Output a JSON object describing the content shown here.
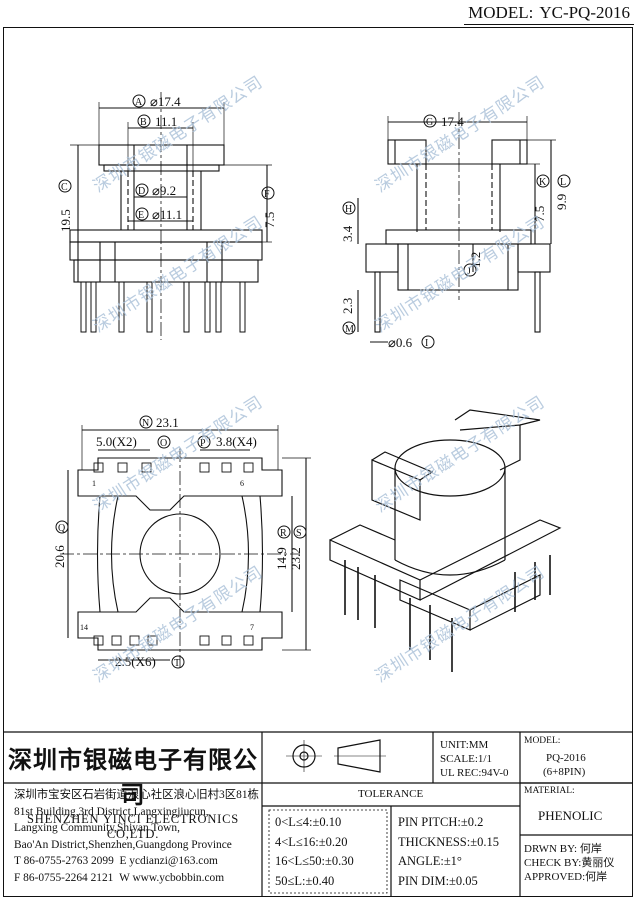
{
  "model": {
    "label": "MODEL:",
    "value": "YC-PQ-2016"
  },
  "watermark": "深圳市银磁电子有限公司",
  "views": {
    "front": {
      "A": "A",
      "A_val": "⌀17.4",
      "B": "B",
      "B_val": "11.1",
      "C": "C",
      "C_val": "19.5",
      "D": "D",
      "D_val": "⌀9.2",
      "E": "E",
      "E_val": "⌀11.1",
      "F": "F",
      "F_val": "7.5"
    },
    "side": {
      "G": "G",
      "G_val": "17.4",
      "K": "K",
      "L": "L",
      "K_val": "7.5",
      "L_val": "9.9",
      "H": "H",
      "H_val": "3.4",
      "J": "J",
      "J_val": "1.2",
      "M": "M",
      "M_val": "2.3",
      "I": "I",
      "I_val": "⌀0.6"
    },
    "bottom": {
      "N": "N",
      "N_val": "23.1",
      "O": "O",
      "O_val": "5.0(X2)",
      "P": "P",
      "P_val": "3.8(X4)",
      "Q": "Q",
      "Q_val": "20.6",
      "R": "R",
      "R_val": "14.9",
      "S": "S",
      "S_val": "23.2",
      "T": "T",
      "T_val": "2.5(X6)",
      "pin1": "1",
      "pin6": "6",
      "pin14": "14",
      "pin7": "7"
    }
  },
  "company": {
    "name_cn": "深圳市银磁电子有限公司",
    "name_en": "SHENZHEN YINCI ELECTRONICS CO,LTD.",
    "address": [
      "深圳市宝安区石岩街道浪心社区浪心旧村3区81栋",
      "81st Building,3rd District,Langxingjiucun,",
      "Langxing Community,Shiyan Town,",
      "Bao'An District,Shenzhen,Guangdong Province"
    ],
    "tel": "T 86-0755-2763 2099",
    "email": "E ycdianzi@163.com",
    "fax": "F 86-0755-2264 2121",
    "web": "W www.ycbobbin.com"
  },
  "specs": {
    "unit": "UNIT:MM",
    "scale": "SCALE:1/1",
    "ul": "UL REC:94V-0"
  },
  "model_box": {
    "label": "MODEL:",
    "name": "PQ-2016",
    "pins": "(6+8PIN)"
  },
  "material": {
    "label": "MATERIAL:",
    "value": "PHENOLIC"
  },
  "tolerance": {
    "title": "TOLERANCE",
    "left": [
      "0<L≤4:±0.10",
      "4<L≤16:±0.20",
      "16<L≤50:±0.30",
      "50≤L:±0.40"
    ],
    "right": [
      "PIN PITCH:±0.2",
      "THICKNESS:±0.15",
      "ANGLE:±1°",
      "PIN DIM:±0.05"
    ]
  },
  "approval": {
    "drawn": "DRWN BY: 何岸",
    "check": "CHECK BY:黄丽仪",
    "approved": "APPROVED:何岸"
  }
}
